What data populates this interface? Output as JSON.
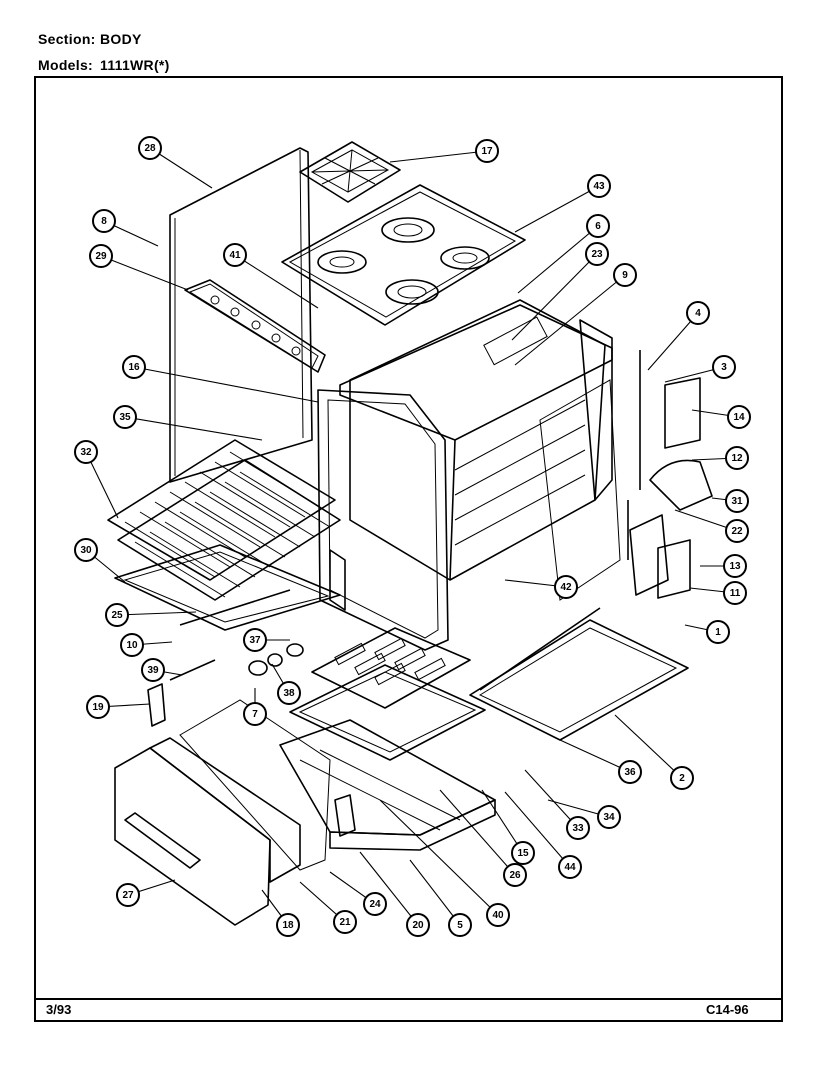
{
  "header": {
    "section_label": "Section:",
    "section_value": "BODY",
    "models_label": "Models:",
    "models_value": "1111WR(*)"
  },
  "footer": {
    "date": "3/93",
    "code": "C14-96"
  },
  "callouts": [
    {
      "num": "28",
      "target": [
        212,
        188
      ]
    },
    {
      "num": "17",
      "target": [
        390,
        162
      ]
    },
    {
      "num": "43",
      "target": [
        515,
        232
      ]
    },
    {
      "num": "6",
      "target": [
        518,
        293
      ]
    },
    {
      "num": "23",
      "target": [
        512,
        340
      ]
    },
    {
      "num": "9",
      "target": [
        515,
        365
      ]
    },
    {
      "num": "8",
      "target": [
        158,
        246
      ]
    },
    {
      "num": "29",
      "target": [
        188,
        290
      ]
    },
    {
      "num": "41",
      "target": [
        318,
        308
      ]
    },
    {
      "num": "4",
      "target": [
        648,
        370
      ]
    },
    {
      "num": "3",
      "target": [
        665,
        382
      ]
    },
    {
      "num": "16",
      "target": [
        318,
        402
      ]
    },
    {
      "num": "14",
      "target": [
        692,
        410
      ]
    },
    {
      "num": "35",
      "target": [
        262,
        440
      ]
    },
    {
      "num": "12",
      "target": [
        692,
        460
      ]
    },
    {
      "num": "32",
      "target": [
        118,
        518
      ]
    },
    {
      "num": "31",
      "target": [
        712,
        498
      ]
    },
    {
      "num": "22",
      "target": [
        675,
        510
      ]
    },
    {
      "num": "30",
      "target": [
        125,
        582
      ]
    },
    {
      "num": "13",
      "target": [
        700,
        566
      ]
    },
    {
      "num": "42",
      "target": [
        505,
        580
      ]
    },
    {
      "num": "11",
      "target": [
        690,
        588
      ]
    },
    {
      "num": "25",
      "target": [
        196,
        612
      ]
    },
    {
      "num": "1",
      "target": [
        685,
        625
      ]
    },
    {
      "num": "10",
      "target": [
        172,
        642
      ]
    },
    {
      "num": "37",
      "target": [
        290,
        640
      ]
    },
    {
      "num": "39",
      "target": [
        182,
        675
      ]
    },
    {
      "num": "38",
      "target": [
        272,
        664
      ]
    },
    {
      "num": "19",
      "target": [
        150,
        704
      ]
    },
    {
      "num": "7",
      "target": [
        255,
        688
      ]
    },
    {
      "num": "36",
      "target": [
        560,
        740
      ]
    },
    {
      "num": "2",
      "target": [
        615,
        715
      ]
    },
    {
      "num": "34",
      "target": [
        548,
        800
      ]
    },
    {
      "num": "33",
      "target": [
        525,
        770
      ]
    },
    {
      "num": "15",
      "target": [
        482,
        790
      ]
    },
    {
      "num": "44",
      "target": [
        505,
        792
      ]
    },
    {
      "num": "26",
      "target": [
        440,
        790
      ]
    },
    {
      "num": "27",
      "target": [
        175,
        880
      ]
    },
    {
      "num": "18",
      "target": [
        262,
        890
      ]
    },
    {
      "num": "21",
      "target": [
        300,
        882
      ]
    },
    {
      "num": "24",
      "target": [
        330,
        872
      ]
    },
    {
      "num": "20",
      "target": [
        360,
        852
      ]
    },
    {
      "num": "5",
      "target": [
        410,
        860
      ]
    },
    {
      "num": "40",
      "target": [
        380,
        800
      ]
    }
  ]
}
